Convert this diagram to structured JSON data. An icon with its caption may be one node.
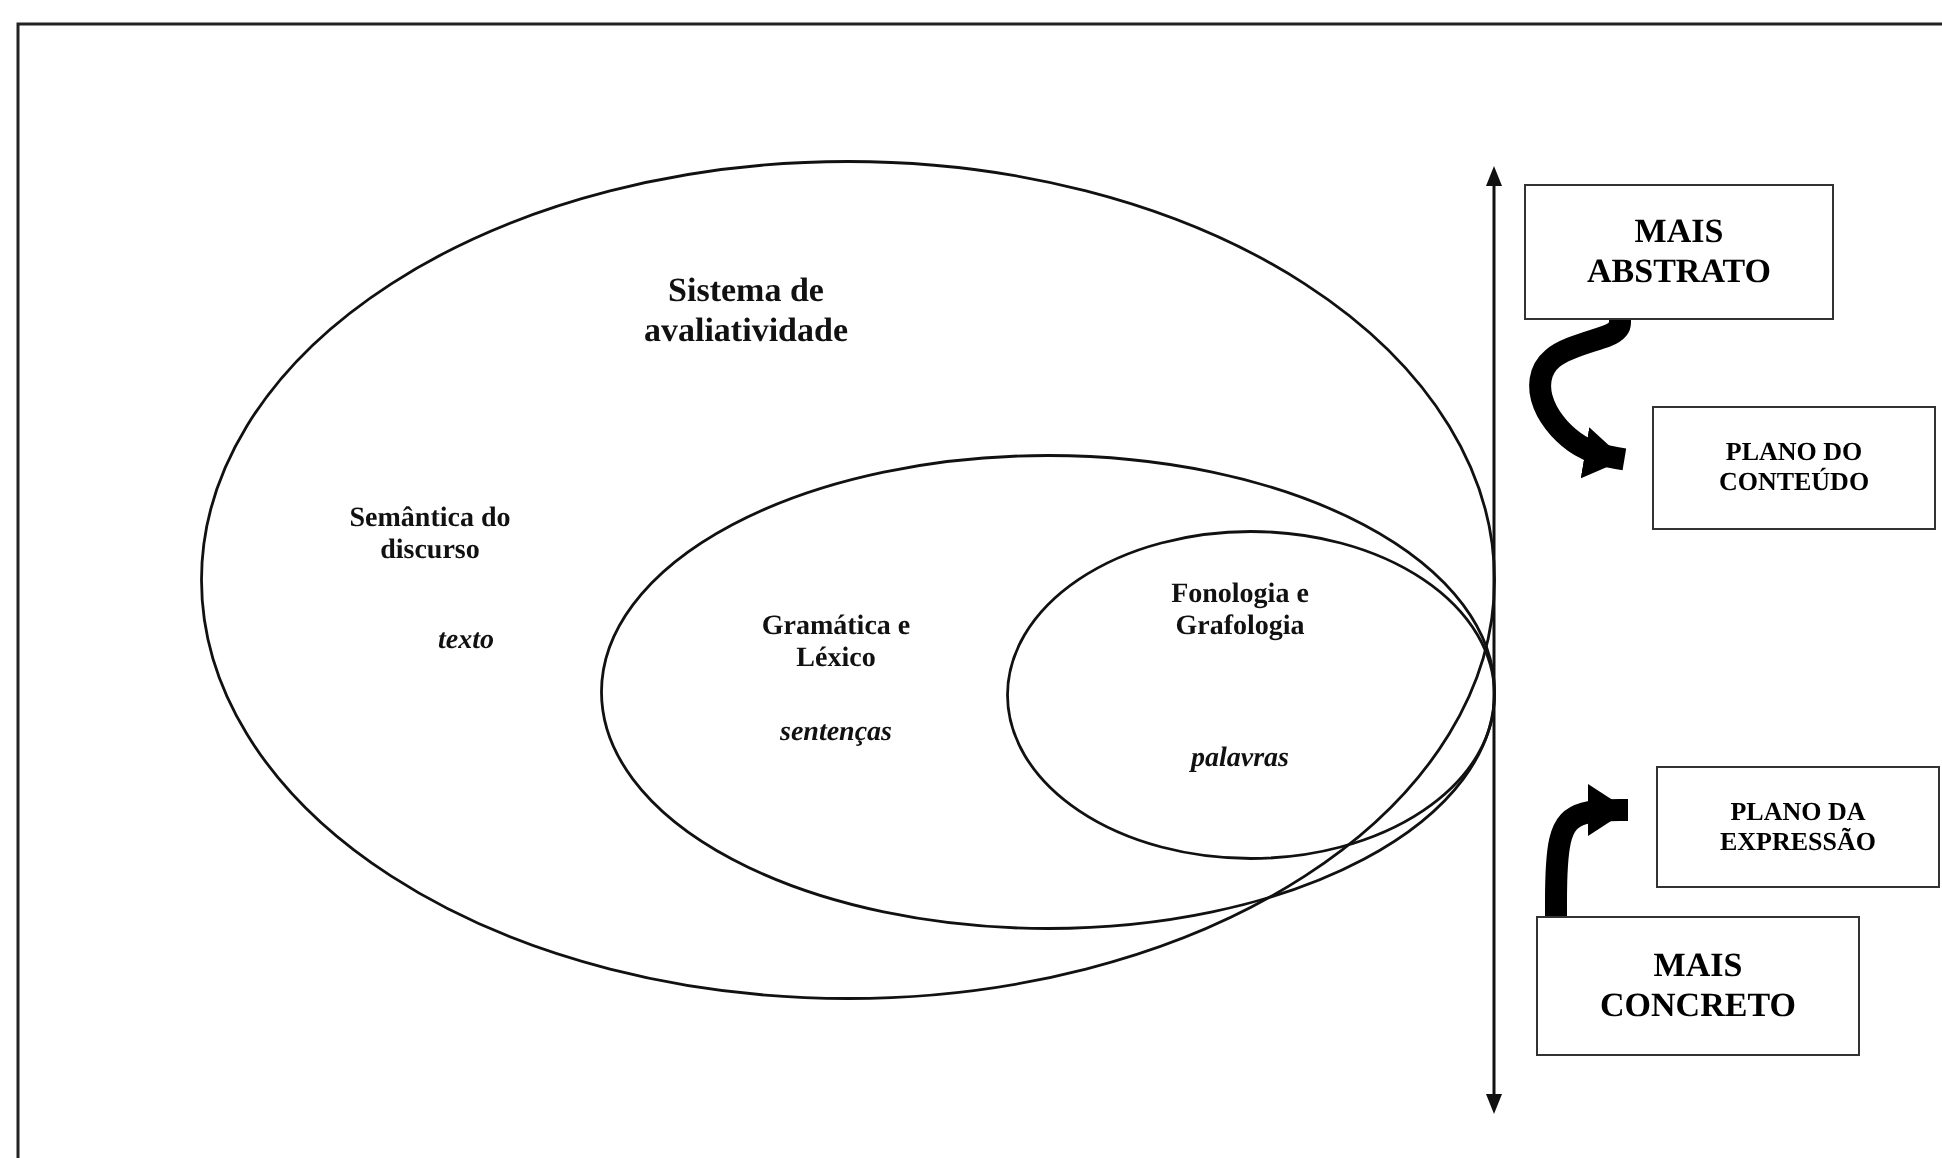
{
  "diagram": {
    "nodes": [
      {
        "text": [
          "Sistema de avaliatividade",
          "Semântica do discurso",
          "texto"
        ]
      },
      {
        "text": [
          "Gramática e Léxico",
          "sentenças"
        ],
        "in": 0
      },
      {
        "text": [
          "Fonologia e Grafologia",
          "palavras"
        ],
        "in": 1
      },
      {
        "text": [
          "MAIS ABSTRATO"
        ]
      },
      {
        "text": [
          "PLANO DO CONTEÚDO"
        ]
      },
      {
        "text": [
          "PLANO DA EXPRESSÃO"
        ]
      },
      {
        "text": [
          "MAIS CONCRETO"
        ]
      }
    ],
    "edges": [
      {
        "from": 3,
        "to": 4,
        "arrow": "to"
      },
      {
        "from": 6,
        "to": 5,
        "arrow": "to"
      }
    ]
  }
}
